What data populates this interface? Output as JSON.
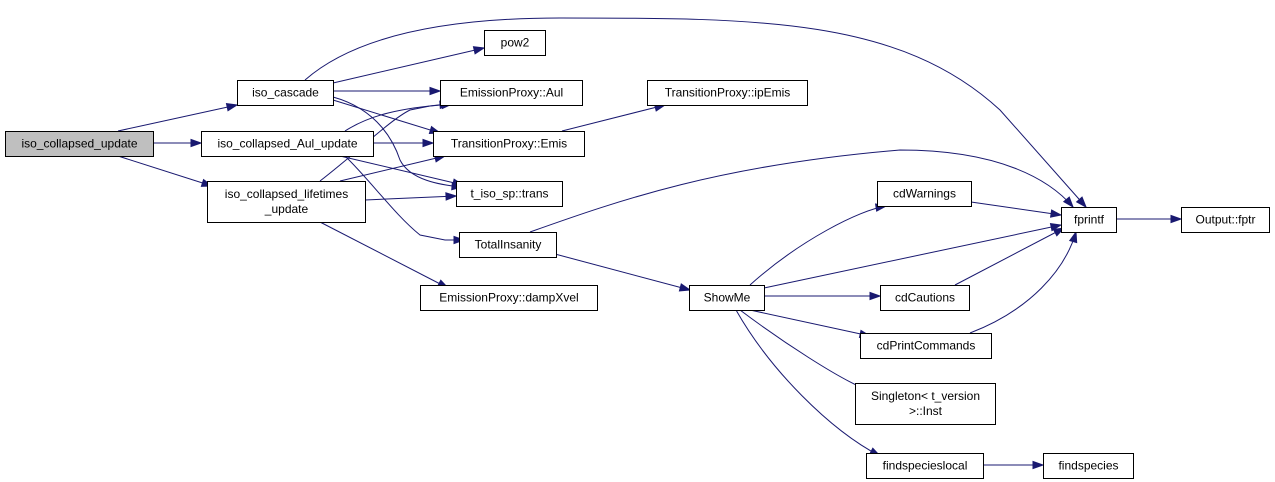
{
  "graph": {
    "nodes": [
      {
        "id": "iso_collapsed_update",
        "lines": [
          "iso_collapsed_update"
        ],
        "root": true
      },
      {
        "id": "iso_cascade",
        "lines": [
          "iso_cascade"
        ]
      },
      {
        "id": "iso_collapsed_Aul_update",
        "lines": [
          "iso_collapsed_Aul_update"
        ]
      },
      {
        "id": "iso_collapsed_lifetimes_update",
        "lines": [
          "iso_collapsed_lifetimes",
          "_update"
        ]
      },
      {
        "id": "pow2",
        "lines": [
          "pow2"
        ]
      },
      {
        "id": "EmissionProxy_Aul",
        "lines": [
          "EmissionProxy::Aul"
        ]
      },
      {
        "id": "TransitionProxy_Emis",
        "lines": [
          "TransitionProxy::Emis"
        ]
      },
      {
        "id": "t_iso_sp_trans",
        "lines": [
          "t_iso_sp::trans"
        ]
      },
      {
        "id": "TotalInsanity",
        "lines": [
          "TotalInsanity"
        ]
      },
      {
        "id": "EmissionProxy_dampXvel",
        "lines": [
          "EmissionProxy::dampXvel"
        ]
      },
      {
        "id": "TransitionProxy_ipEmis",
        "lines": [
          "TransitionProxy::ipEmis"
        ]
      },
      {
        "id": "ShowMe",
        "lines": [
          "ShowMe"
        ]
      },
      {
        "id": "cdWarnings",
        "lines": [
          "cdWarnings"
        ]
      },
      {
        "id": "cdCautions",
        "lines": [
          "cdCautions"
        ]
      },
      {
        "id": "cdPrintCommands",
        "lines": [
          "cdPrintCommands"
        ]
      },
      {
        "id": "Singleton_t_version_Inst",
        "lines": [
          "Singleton< t_version",
          ">::Inst"
        ]
      },
      {
        "id": "findspecieslocal",
        "lines": [
          "findspecieslocal"
        ]
      },
      {
        "id": "fprintf",
        "lines": [
          "fprintf"
        ]
      },
      {
        "id": "Output_fptr",
        "lines": [
          "Output::fptr"
        ]
      },
      {
        "id": "findspecies",
        "lines": [
          "findspecies"
        ]
      }
    ],
    "edges": [
      {
        "from": "iso_collapsed_update",
        "to": "iso_cascade"
      },
      {
        "from": "iso_collapsed_update",
        "to": "iso_collapsed_Aul_update"
      },
      {
        "from": "iso_collapsed_update",
        "to": "iso_collapsed_lifetimes_update"
      },
      {
        "from": "iso_cascade",
        "to": "fprintf"
      },
      {
        "from": "iso_cascade",
        "to": "pow2"
      },
      {
        "from": "iso_cascade",
        "to": "EmissionProxy_Aul"
      },
      {
        "from": "iso_cascade",
        "to": "TransitionProxy_Emis"
      },
      {
        "from": "iso_cascade",
        "to": "t_iso_sp_trans"
      },
      {
        "from": "iso_collapsed_Aul_update",
        "to": "EmissionProxy_Aul"
      },
      {
        "from": "iso_collapsed_Aul_update",
        "to": "TransitionProxy_Emis"
      },
      {
        "from": "iso_collapsed_Aul_update",
        "to": "t_iso_sp_trans"
      },
      {
        "from": "iso_collapsed_Aul_update",
        "to": "TotalInsanity"
      },
      {
        "from": "iso_collapsed_lifetimes_update",
        "to": "EmissionProxy_Aul"
      },
      {
        "from": "iso_collapsed_lifetimes_update",
        "to": "TransitionProxy_Emis"
      },
      {
        "from": "iso_collapsed_lifetimes_update",
        "to": "t_iso_sp_trans"
      },
      {
        "from": "iso_collapsed_lifetimes_update",
        "to": "EmissionProxy_dampXvel"
      },
      {
        "from": "TransitionProxy_Emis",
        "to": "TransitionProxy_ipEmis"
      },
      {
        "from": "TotalInsanity",
        "to": "fprintf"
      },
      {
        "from": "TotalInsanity",
        "to": "ShowMe"
      },
      {
        "from": "ShowMe",
        "to": "cdWarnings"
      },
      {
        "from": "ShowMe",
        "to": "fprintf"
      },
      {
        "from": "ShowMe",
        "to": "cdCautions"
      },
      {
        "from": "ShowMe",
        "to": "cdPrintCommands"
      },
      {
        "from": "ShowMe",
        "to": "Singleton_t_version_Inst"
      },
      {
        "from": "ShowMe",
        "to": "findspecieslocal"
      },
      {
        "from": "cdWarnings",
        "to": "fprintf"
      },
      {
        "from": "cdCautions",
        "to": "fprintf"
      },
      {
        "from": "cdPrintCommands",
        "to": "fprintf"
      },
      {
        "from": "findspecieslocal",
        "to": "findspecies"
      },
      {
        "from": "fprintf",
        "to": "Output_fptr"
      }
    ],
    "colors": {
      "edge": "#191970",
      "root_fill": "#bfbfbf",
      "node_fill": "#ffffff",
      "node_border": "#000000"
    }
  }
}
